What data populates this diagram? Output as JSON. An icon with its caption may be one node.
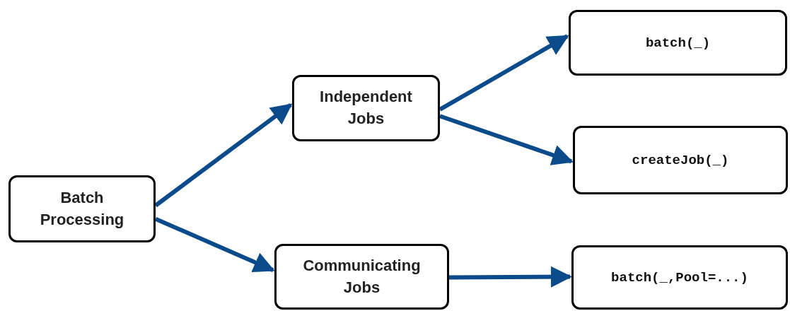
{
  "diagram": {
    "nodes": [
      {
        "text": [
          "Batch Processing"
        ]
      },
      {
        "text": [
          "Independent Jobs"
        ]
      },
      {
        "text": [
          "Communicating Jobs"
        ]
      },
      {
        "text": [
          "batch(_)"
        ]
      },
      {
        "text": [
          "createJob(_)"
        ]
      },
      {
        "text": [
          "batch(_,Pool=...)"
        ]
      }
    ],
    "edges": [
      {
        "from": 0,
        "to": 1,
        "arrow": "to"
      },
      {
        "from": 0,
        "to": 2,
        "arrow": "to"
      },
      {
        "from": 1,
        "to": 3,
        "arrow": "to"
      },
      {
        "from": 1,
        "to": 4,
        "arrow": "to"
      },
      {
        "from": 2,
        "to": 5,
        "arrow": "to"
      }
    ]
  }
}
